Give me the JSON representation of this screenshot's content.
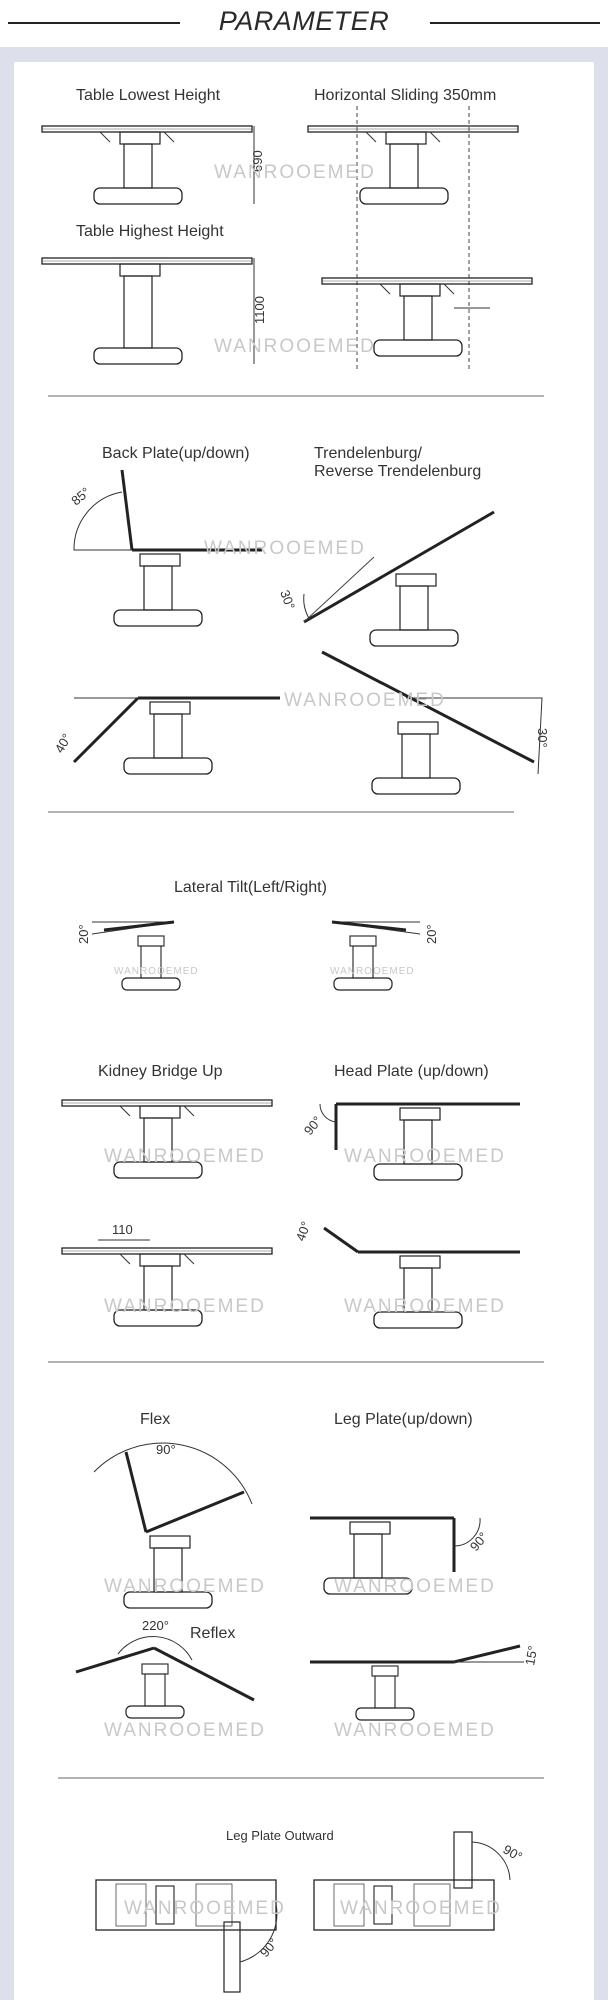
{
  "header": {
    "title": "PARAMETER"
  },
  "watermark": "WANROOEMED",
  "sections": {
    "height": {
      "lowest_label": "Table Lowest Height",
      "lowest_value": "690",
      "highest_label": "Table Highest Height",
      "highest_value": "1100",
      "sliding_label": "Horizontal Sliding 350mm"
    },
    "back": {
      "back_label": "Back Plate(up/down)",
      "back_up": "85°",
      "back_down": "40°",
      "trend_label_1": "Trendelenburg/",
      "trend_label_2": "Reverse Trendelenburg",
      "trend_a": "30°",
      "trend_b": "30°"
    },
    "lateral": {
      "label": "Lateral Tilt(Left/Right)",
      "left": "20°",
      "right": "20°"
    },
    "kidney": {
      "label": "Kidney Bridge Up",
      "value": "110"
    },
    "head": {
      "label": "Head Plate (up/down)",
      "down": "90°",
      "up": "40°"
    },
    "flex": {
      "flex_label": "Flex",
      "flex_angle": "90°",
      "reflex_label": "Reflex",
      "reflex_angle": "220°"
    },
    "leg": {
      "label": "Leg Plate(up/down)",
      "down": "90°",
      "up": "15°"
    },
    "outward": {
      "label": "Leg Plate Outward",
      "a": "90°",
      "b": "90°"
    }
  }
}
